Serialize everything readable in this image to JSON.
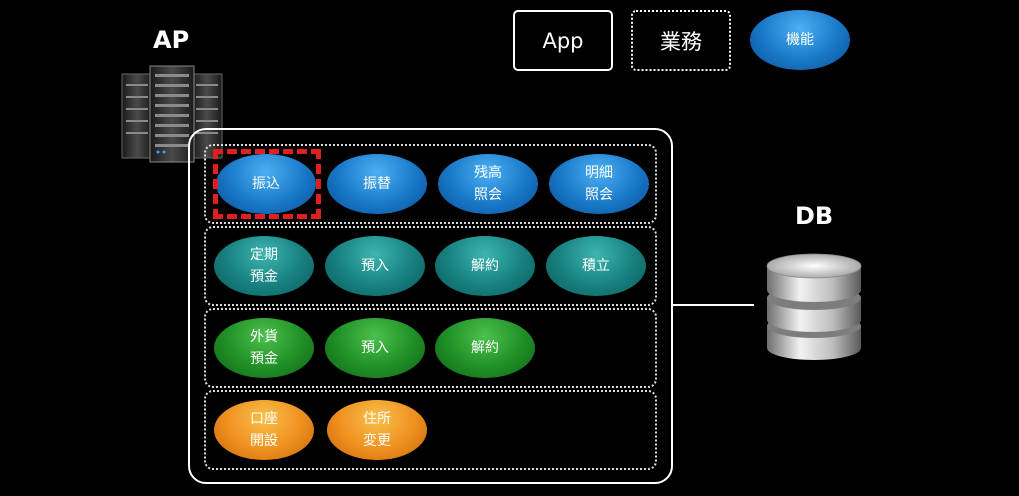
{
  "ap_label": "AP",
  "db_label": "DB",
  "legend": {
    "app": "App",
    "business": "業務",
    "function": "機能"
  },
  "groups": {
    "g1": [
      {
        "lines": [
          "振込"
        ]
      },
      {
        "lines": [
          "振替"
        ]
      },
      {
        "lines": [
          "残高",
          "照会"
        ]
      },
      {
        "lines": [
          "明細",
          "照会"
        ]
      }
    ],
    "g2": [
      {
        "lines": [
          "定期",
          "預金"
        ]
      },
      {
        "lines": [
          "預入"
        ]
      },
      {
        "lines": [
          "解約"
        ]
      },
      {
        "lines": [
          "積立"
        ]
      }
    ],
    "g3": [
      {
        "lines": [
          "外貨",
          "預金"
        ]
      },
      {
        "lines": [
          "預入"
        ]
      },
      {
        "lines": [
          "解約"
        ]
      }
    ],
    "g4": [
      {
        "lines": [
          "口座",
          "開設"
        ]
      },
      {
        "lines": [
          "住所",
          "変更"
        ]
      }
    ]
  },
  "colors": {
    "blue": "#1878c8",
    "teal": "#17807f",
    "green": "#1f8f25",
    "orange": "#ef8f1e",
    "highlight": "#e02020"
  },
  "icons": {
    "server": "server-rack-icon",
    "database": "database-cylinder-icon"
  }
}
